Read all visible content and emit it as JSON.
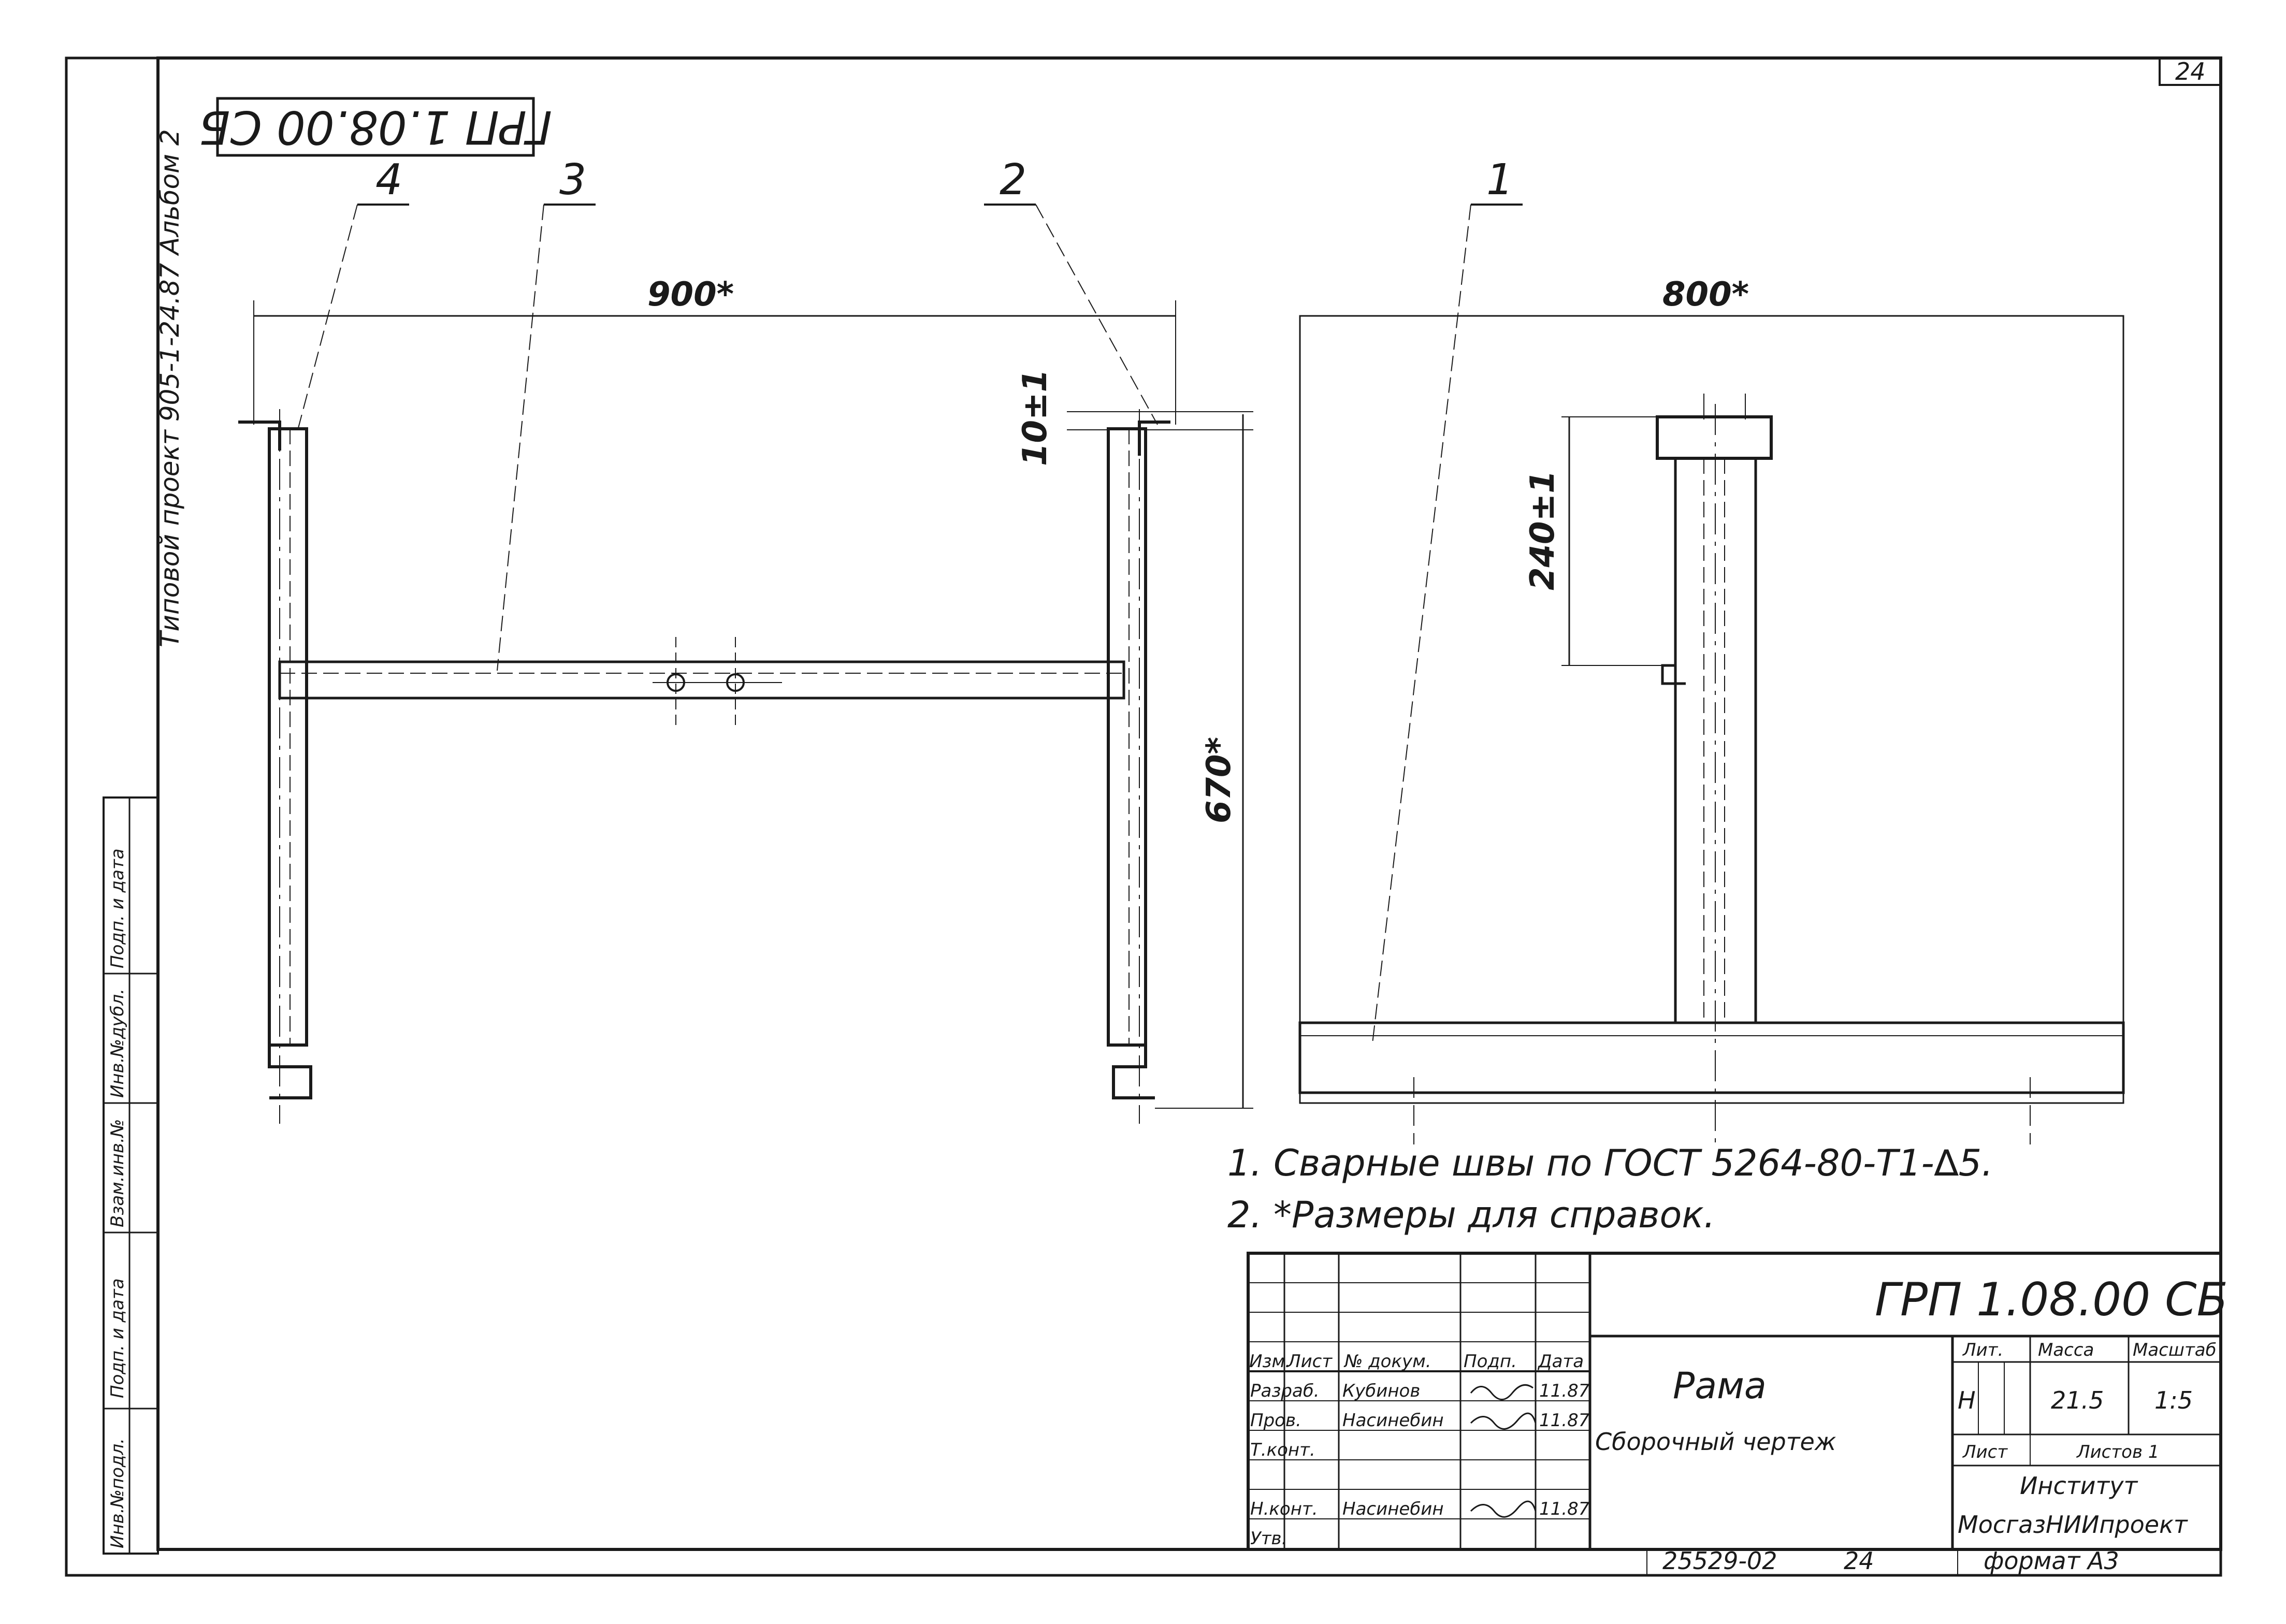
{
  "corner_sheet": "24",
  "stamp_code": "ГРП 1.08.00 СБ",
  "side_text": "Типовой проект 905-1-24.87 Альбом 2",
  "left_stamp": [
    "Инв.№подл.",
    "Подп. и дата",
    "Взам.инв.№",
    "Инв.№дубл.",
    "Подп. и дата"
  ],
  "callouts": [
    "4",
    "3",
    "2",
    "1"
  ],
  "dimensions": {
    "width_front": "900*",
    "width_side": "800*",
    "height": "670*",
    "offset_top": "10±1",
    "bracket": "240±1"
  },
  "notes": [
    "1. Сварные швы по ГОСТ 5264-80-Т1-∆5.",
    "2. *Размеры для справок."
  ],
  "title_block": {
    "code": "ГРП 1.08.00 СБ",
    "name": "Рама",
    "subtitle": "Сборочный чертеж",
    "header": [
      "Изм.",
      "Лист",
      "№ докум.",
      "Подп.",
      "Дата"
    ],
    "rows": [
      {
        "role": "Разраб.",
        "name": "Кубинов",
        "date": "11.87"
      },
      {
        "role": "Пров.",
        "name": "Насинебин",
        "date": "11.87"
      },
      {
        "role": "Т.конт.",
        "name": "",
        "date": ""
      },
      {
        "role": "Н.конт.",
        "name": "Насинебин",
        "date": "11.87"
      },
      {
        "role": "Утв.",
        "name": "",
        "date": ""
      }
    ],
    "lit_label": "Лит.",
    "lit_value": "Н",
    "mass_label": "Масса",
    "mass_value": "21.5",
    "scale_label": "Масштаб",
    "scale_value": "1:5",
    "sheet_label": "Лист",
    "sheets_label": "Листов 1",
    "org_line1": "Институт",
    "org_line2": "МосгазНИИпроект",
    "bottom_number": "25529-02",
    "bottom_sheet": "24",
    "format": "формат А3"
  }
}
